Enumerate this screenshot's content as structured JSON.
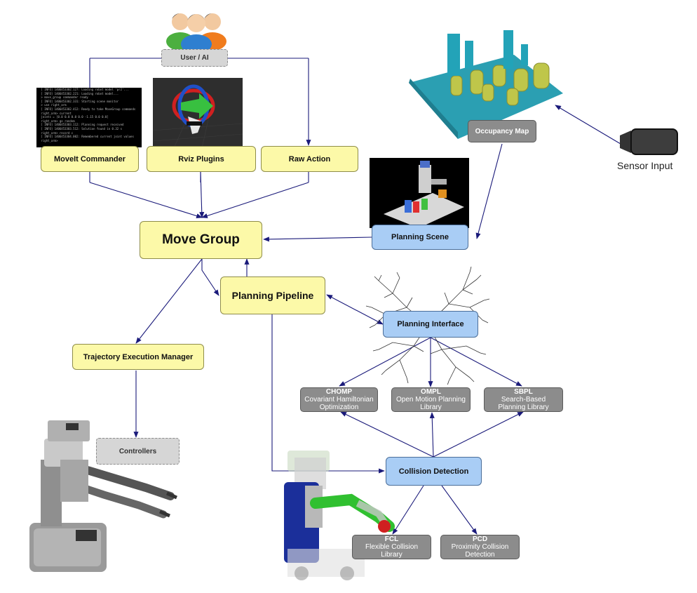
{
  "diagram": {
    "user": {
      "label": "User / AI"
    },
    "moveit_commander": {
      "label": "MoveIt Commander"
    },
    "rviz_plugins": {
      "label": "Rviz Plugins"
    },
    "raw_action": {
      "label": "Raw Action"
    },
    "move_group": {
      "label": "Move Group"
    },
    "planning_pipeline": {
      "label": "Planning Pipeline"
    },
    "planning_scene": {
      "label": "Planning Scene"
    },
    "occupancy_map": {
      "label": "Occupancy Map"
    },
    "sensor_input": {
      "label": "Sensor Input"
    },
    "planning_interface": {
      "label": "Planning Interface"
    },
    "trajectory_execution_manager": {
      "label": "Trajectory Execution Manager"
    },
    "controllers": {
      "label": "Controllers"
    },
    "chomp": {
      "title": "CHOMP",
      "subtitle_line1": "Covariant Hamiltonian",
      "subtitle_line2": "Optimization"
    },
    "ompl": {
      "title": "OMPL",
      "subtitle_line1": "Open Motion Planning",
      "subtitle_line2": "Library"
    },
    "sbpl": {
      "title": "SBPL",
      "subtitle_line1": "Search-Based",
      "subtitle_line2": "Planning Library"
    },
    "collision_detection": {
      "label": "Collision Detection"
    },
    "fcl": {
      "title": "FCL",
      "subtitle_line1": "Flexible Collision",
      "subtitle_line2": "Library"
    },
    "pcd": {
      "title": "PCD",
      "subtitle_line1": "Proximity Collision",
      "subtitle_line2": "Detection"
    }
  },
  "colors": {
    "yellow_box": "#fcf9a8",
    "blue_box": "#a9cdf5",
    "gray_box": "#8c8c8c",
    "arrow": "#1a1a7a"
  },
  "icons": [
    "users-icon",
    "terminal-screenshot",
    "rviz-screenshot",
    "point-cloud-image",
    "planning-scene-screenshot",
    "camera-icon",
    "search-tree-image",
    "pr2-robot-image",
    "robot-collision-image"
  ]
}
